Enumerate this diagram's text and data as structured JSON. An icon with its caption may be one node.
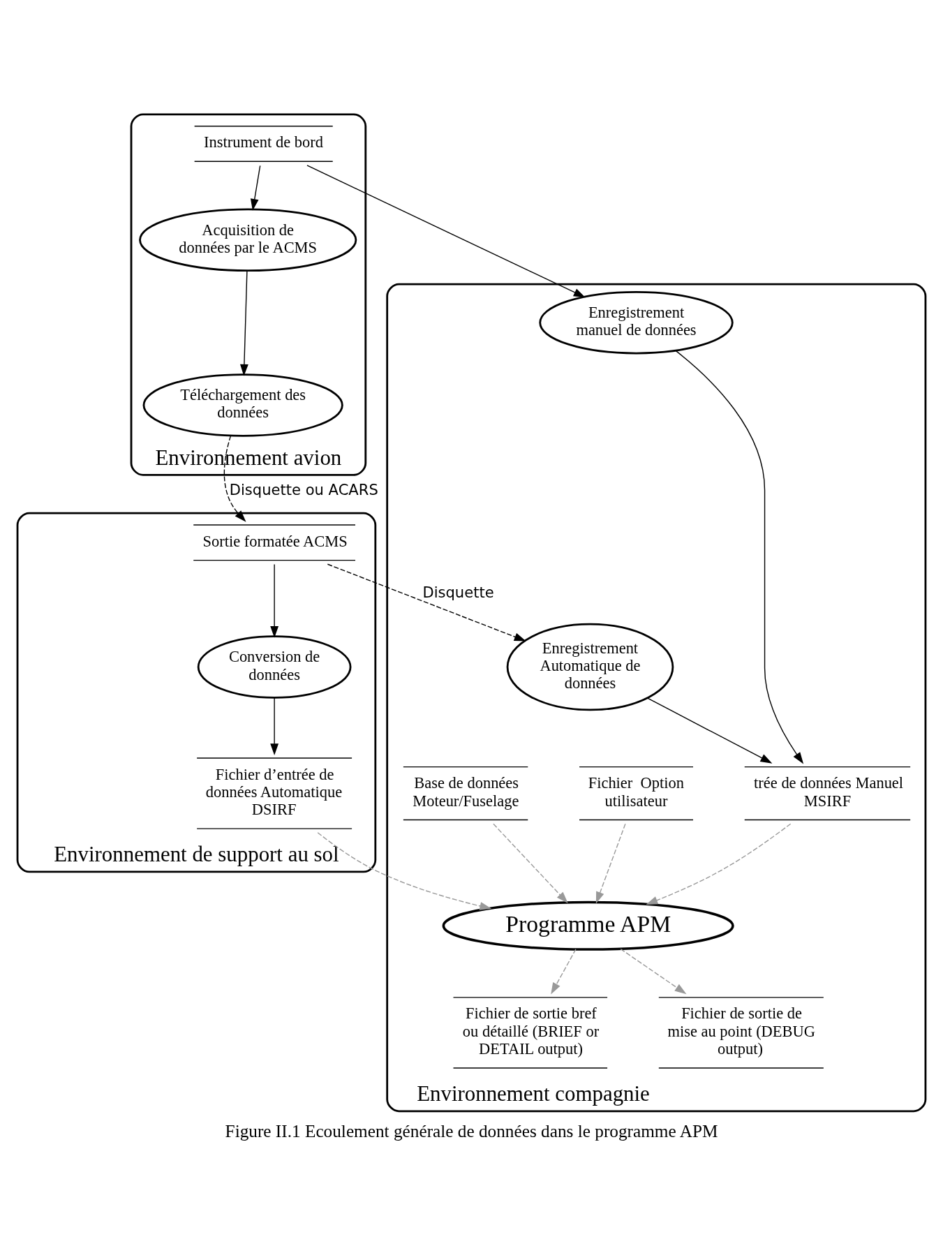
{
  "diagram": {
    "caption": "Figure II.1 Ecoulement générale de données dans le programme APM",
    "nodes": [
      {
        "text": [
          "Environnement avion"
        ]
      },
      {
        "text": [
          "Instrument de bord"
        ],
        "in": 0
      },
      {
        "text": [
          "Acquisition de données par le ACMS"
        ],
        "in": 0
      },
      {
        "text": [
          "Téléchargement des données"
        ],
        "in": 0
      },
      {
        "text": [
          "Environnement de support au sol"
        ]
      },
      {
        "text": [
          "Sortie formatée ACMS"
        ],
        "in": 4
      },
      {
        "text": [
          "Conversion de données"
        ],
        "in": 4
      },
      {
        "text": [
          "Fichier d’entrée de données Automatique DSIRF"
        ],
        "in": 4
      },
      {
        "text": [
          "Environnement compagnie"
        ]
      },
      {
        "text": [
          "Enregistrement manuel de données"
        ],
        "in": 8
      },
      {
        "text": [
          "Enregistrement Automatique de données"
        ],
        "in": 8
      },
      {
        "text": [
          "trée de données Manuel MSIRF"
        ],
        "in": 8
      },
      {
        "text": [
          "Fichier  Option utilisateur"
        ],
        "in": 8
      },
      {
        "text": [
          "Base de données Moteur/Fuselage"
        ],
        "in": 8
      },
      {
        "text": [
          "Programme APM"
        ],
        "in": 8
      },
      {
        "text": [
          "Fichier de sortie bref ou détaillé (BRIEF or DETAIL output)"
        ],
        "in": 8
      },
      {
        "text": [
          "Fichier de sortie de mise au point (DEBUG output)"
        ],
        "in": 8
      }
    ],
    "edges": [
      {
        "from": 1,
        "to": 9,
        "arrow": "to"
      },
      {
        "from": 1,
        "to": 2,
        "arrow": "to"
      },
      {
        "from": 2,
        "to": 3,
        "arrow": "to"
      },
      {
        "from": 3,
        "to": 5,
        "arrow": "to",
        "label": "Disquette ou ACARS",
        "style": "dashed"
      },
      {
        "from": 5,
        "to": 10,
        "arrow": "to",
        "label": "Disquette",
        "style": "dashed"
      },
      {
        "from": 5,
        "to": 6,
        "arrow": "to"
      },
      {
        "from": 6,
        "to": 7,
        "arrow": "to"
      },
      {
        "from": 10,
        "to": 11,
        "arrow": "to"
      },
      {
        "from": 9,
        "to": 11,
        "arrow": "to"
      },
      {
        "from": 11,
        "to": 14,
        "arrow": "to",
        "style": "dashed",
        "color": "#999999"
      },
      {
        "from": 12,
        "to": 14,
        "arrow": "to",
        "style": "dashed",
        "color": "#999999"
      },
      {
        "from": 13,
        "to": 14,
        "arrow": "to",
        "style": "dashed",
        "color": "#999999"
      },
      {
        "from": 7,
        "to": 14,
        "arrow": "to",
        "style": "dashed",
        "color": "#999999"
      },
      {
        "from": 14,
        "to": 15,
        "arrow": "to",
        "style": "dashed",
        "color": "#999999"
      },
      {
        "from": 14,
        "to": 16,
        "arrow": "to",
        "style": "dashed",
        "color": "#999999"
      }
    ]
  }
}
